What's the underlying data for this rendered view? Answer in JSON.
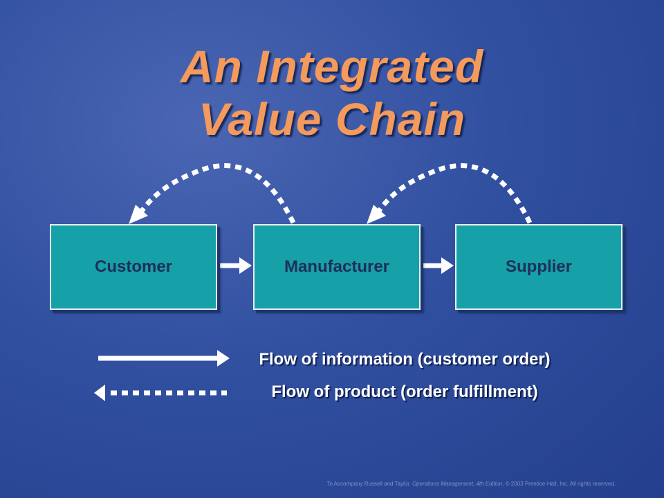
{
  "title": {
    "line1": "An Integrated",
    "line2": "Value Chain"
  },
  "boxes": {
    "customer": "Customer",
    "manufacturer": "Manufacturer",
    "supplier": "Supplier"
  },
  "legend": {
    "information": "Flow of information (customer order)",
    "product": "Flow of product (order fulfillment)"
  },
  "footer": {
    "prefix": "To Accompany Russell and Taylor, ",
    "book": "Operations Management, 4th Edition,",
    "suffix": " © 2003 Prentice-Hall, Inc. All rights reserved."
  },
  "colors": {
    "title": "#f39a5c",
    "box_fill": "#16a0a8",
    "box_text": "#1f2f5a",
    "arrow": "#ffffff"
  }
}
